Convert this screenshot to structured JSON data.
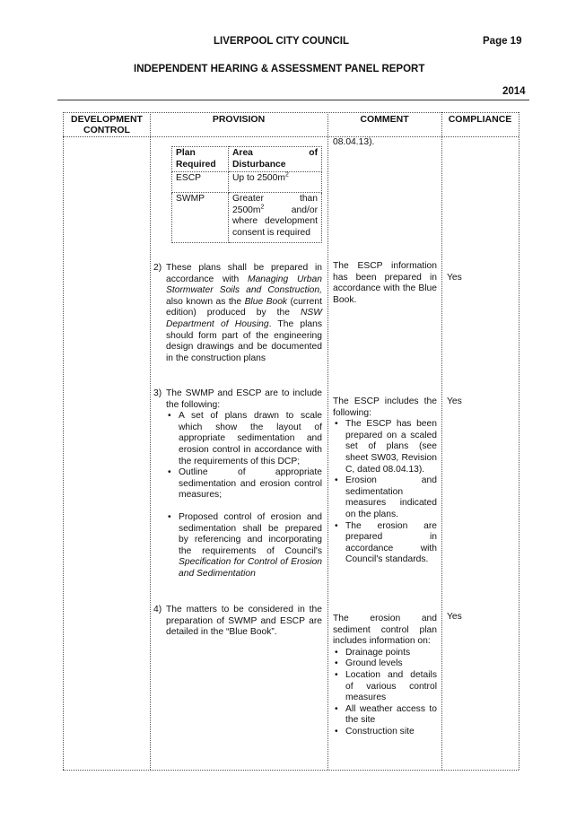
{
  "header": {
    "council": "LIVERPOOL CITY COUNCIL",
    "page": "Page 19",
    "report_title": "INDEPENDENT HEARING & ASSESSMENT PANEL REPORT",
    "year": "2014"
  },
  "table": {
    "columns": [
      "DEVELOPMENT CONTROL",
      "PROVISION",
      "COMMENT",
      "COMPLIANCE"
    ],
    "inner_table": {
      "headers": [
        "Plan Required",
        "Area of Disturbance"
      ],
      "rows": [
        {
          "plan": "ESCP",
          "area_pre": "Up to 2500m",
          "area_sup": "2",
          "area_post": ""
        },
        {
          "plan": "SWMP",
          "area_pre": "Greater than 2500m",
          "area_sup": "2",
          "area_post": " and/or where development consent is required"
        }
      ]
    },
    "top_comment": "08.04.13).",
    "item2": {
      "num": "2)",
      "t1": "These plans shall be prepared in accordance with ",
      "i1": "Managing Urban Stormwater Soils and Construction,",
      "t2": " also known as the ",
      "i2": "Blue Book",
      "t3": " (current edition) produced by the ",
      "i3": "NSW Department of Housing",
      "t4": ". The plans should form part of the engineering design drawings and be documented in the construction plans",
      "comment": "The ESCP information has been prepared in accordance with the Blue Book.",
      "compliance": "Yes"
    },
    "item3": {
      "num": "3)",
      "intro": "The SWMP and ESCP are to include the following:",
      "b1": "A set of plans drawn to scale which show the layout of appropriate sedimentation and erosion control in accordance with the requirements of this DCP;",
      "b2": "Outline of appropriate sedimentation and erosion control measures;",
      "b3_text": "Proposed control of erosion and sedimentation shall be prepared by referencing and incorporating the requirements of Council's ",
      "b3_italic": "Specification for Control of Erosion and Sedimentation",
      "comment_intro": "The ESCP includes the following:",
      "cb1": "The ESCP has been prepared on a scaled set of plans (see sheet SW03, Revision C, dated 08.04.13).",
      "cb2": "Erosion and sedimentation measures indicated on the plans.",
      "cb3": "The erosion are prepared in accordance with Council's standards.",
      "compliance": "Yes"
    },
    "item4": {
      "num": "4)",
      "text": "The matters to be considered in the preparation of SWMP and ESCP are detailed in the “Blue Book”.",
      "comment_intro": "The erosion and sediment control plan includes information on:",
      "cb1": "Drainage points",
      "cb2": "Ground levels",
      "cb3": "Location and details of various control measures",
      "cb4": "All weather access to the site",
      "cb5": "Construction site",
      "compliance": "Yes"
    }
  }
}
